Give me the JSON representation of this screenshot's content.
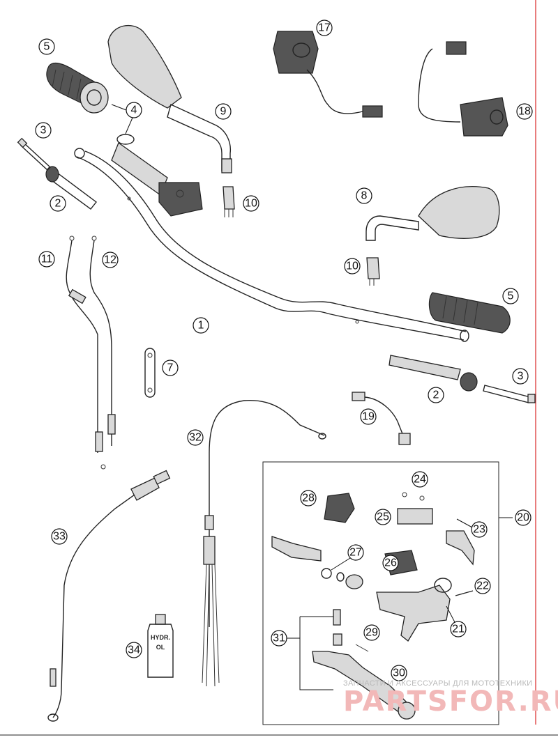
{
  "diagram": {
    "callouts": [
      "1",
      "2",
      "3",
      "4",
      "5",
      "7",
      "8",
      "9",
      "10",
      "11",
      "12",
      "17",
      "18",
      "19",
      "20",
      "21",
      "22",
      "23",
      "24",
      "25",
      "26",
      "27",
      "28",
      "29",
      "30",
      "31",
      "32",
      "33",
      "34"
    ],
    "bottle_label_line1": "HYDR.",
    "bottle_label_line2": "OL",
    "colors": {
      "line": "#222222",
      "right_border": "#e05050",
      "watermark_red": "#f2b8b8",
      "watermark_gray": "#b9b9b9"
    }
  },
  "watermark": {
    "tagline": "ЗАПЧАСТИ И АКСЕССУАРЫ ДЛЯ МОТОТЕХНИКИ",
    "logo": "PARTSFOR.RU"
  }
}
